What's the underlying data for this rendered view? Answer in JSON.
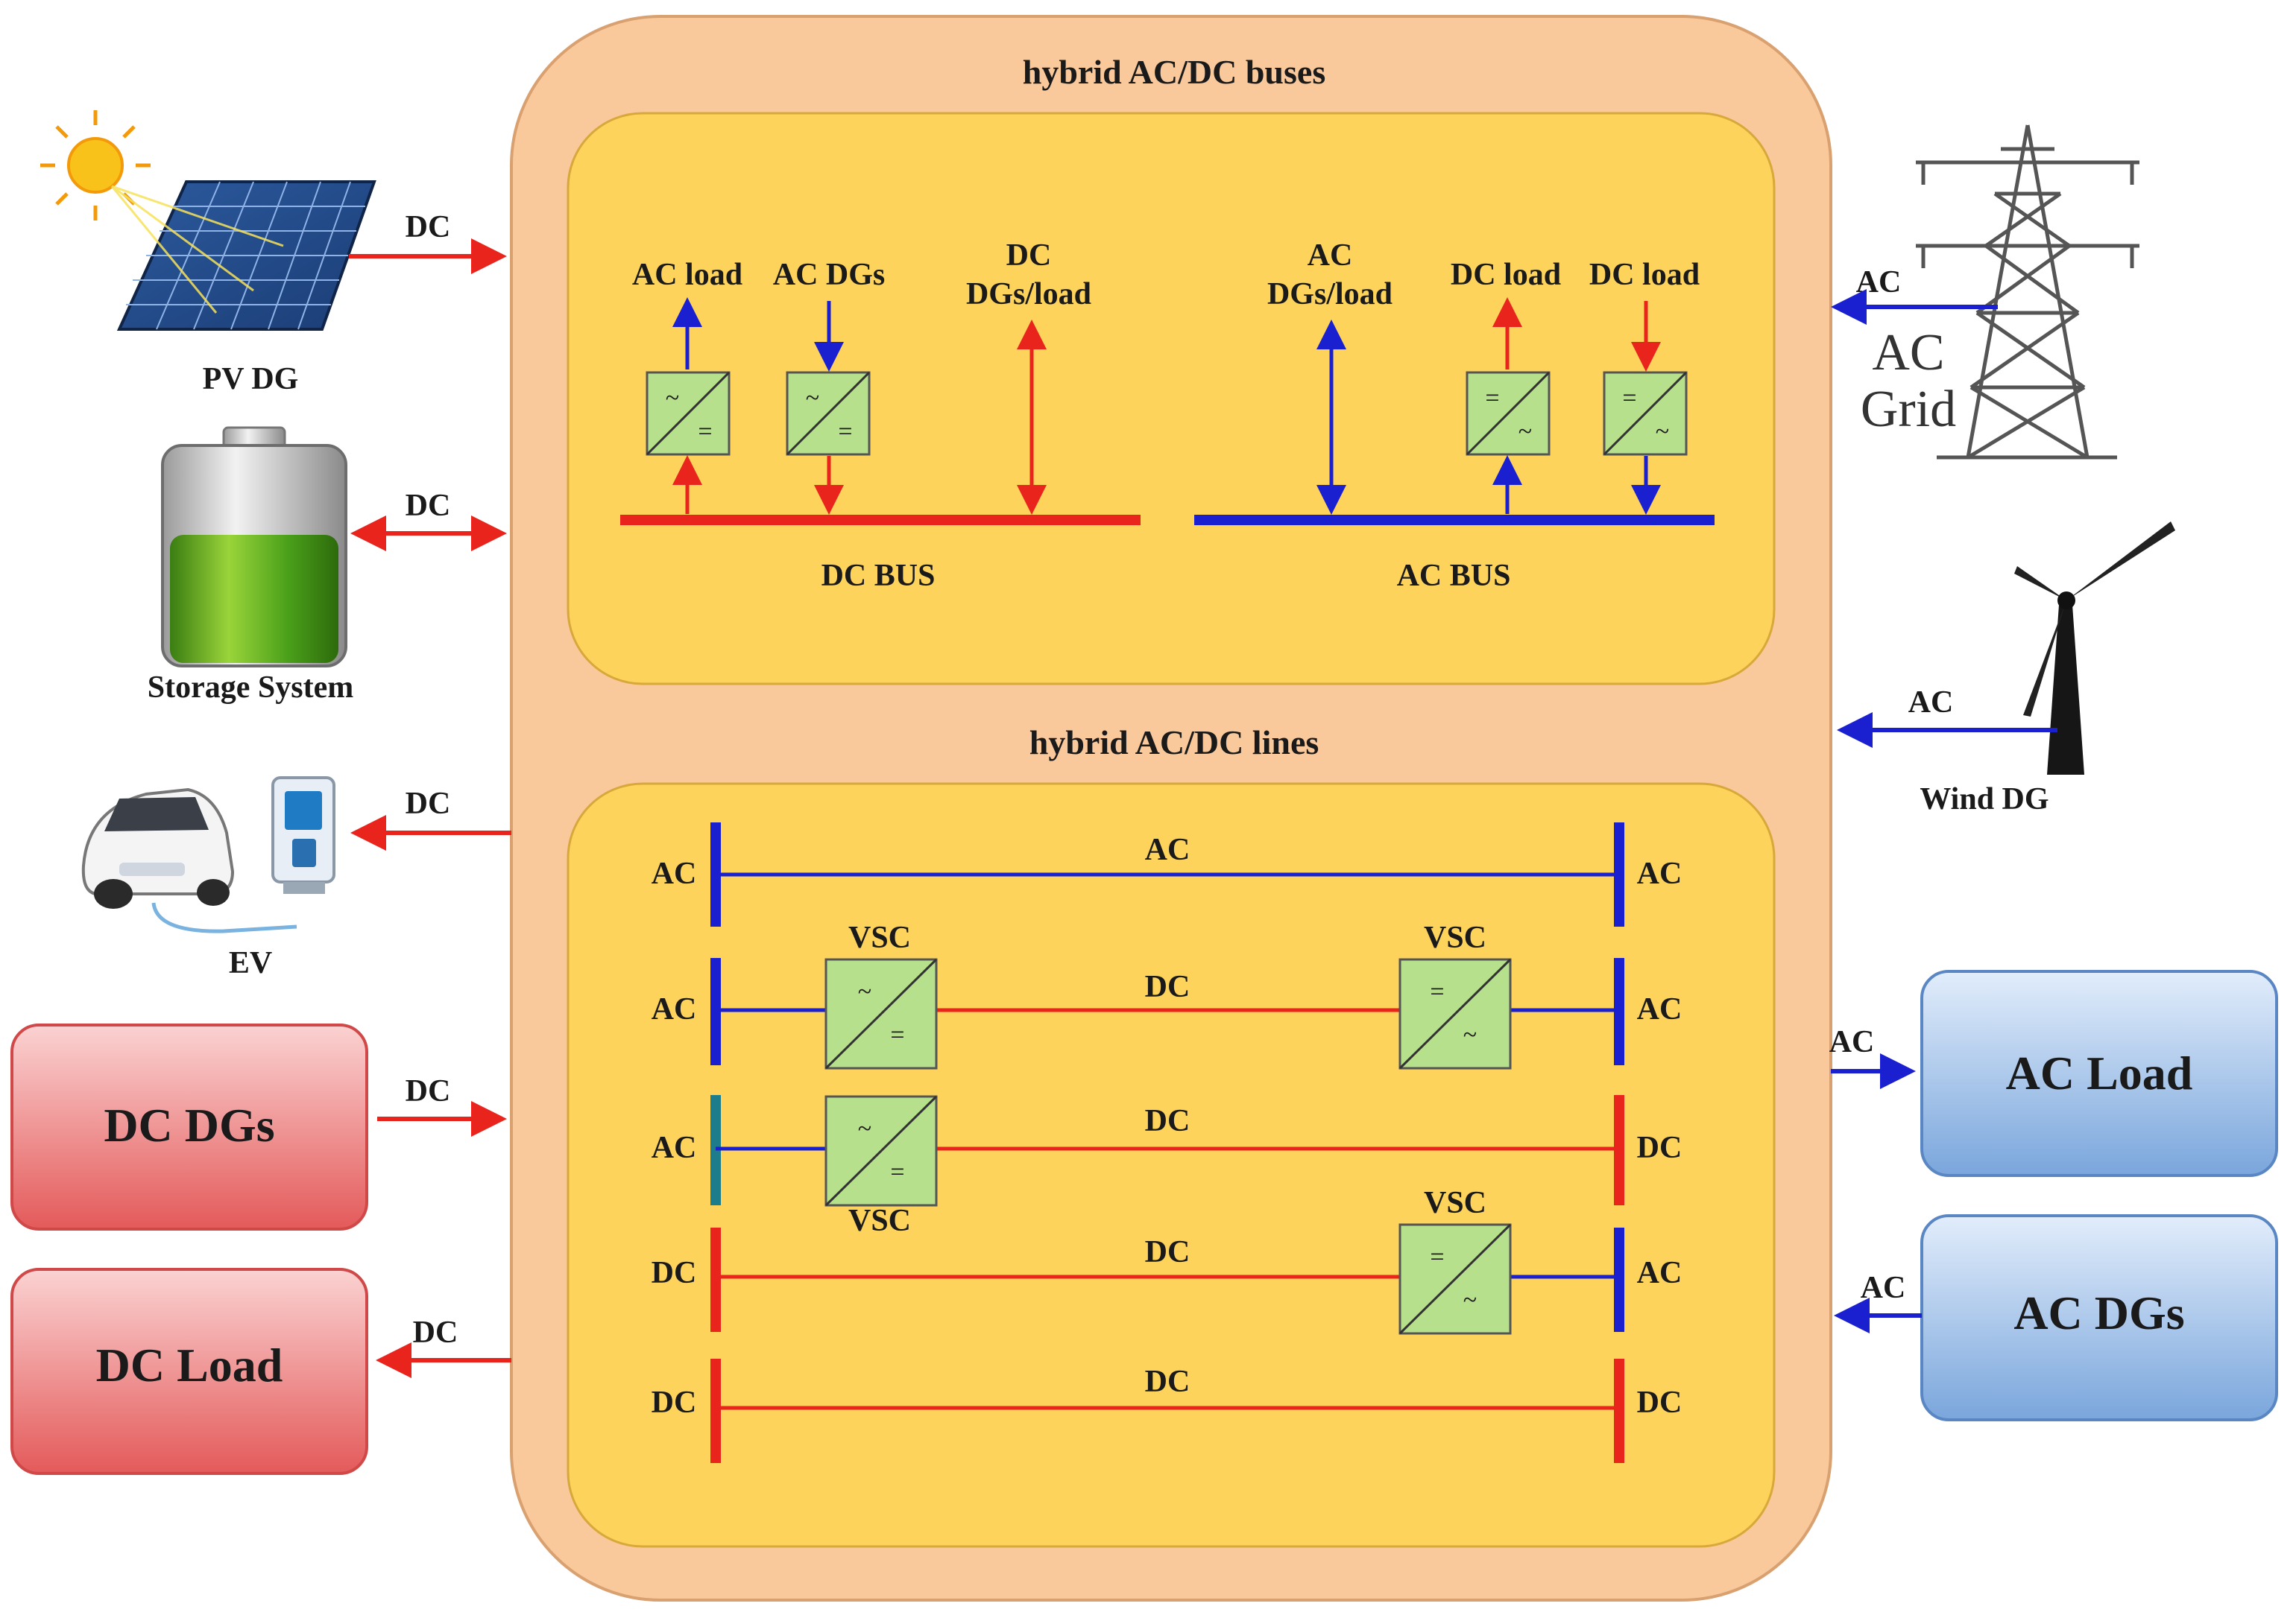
{
  "colors": {
    "dc": "#e8241c",
    "ac": "#1a1fd0",
    "ac_teal": "#1e7d8a",
    "outer_panel": "#f9c99c",
    "inner_panel": "#fdd35c",
    "converter": "#b7e08c",
    "dc_box_top": "#f7a9a9",
    "dc_box_bottom": "#e45a5a",
    "ac_box_top": "#cfe0f7",
    "ac_box_bottom": "#7aa6dc"
  },
  "panels": {
    "buses_title": "hybrid AC/DC buses",
    "lines_title": "hybrid AC/DC lines"
  },
  "buses": {
    "dc_bus_label": "DC BUS",
    "ac_bus_label": "AC BUS",
    "dc_side": {
      "ac_load": "AC load",
      "ac_dgs": "AC DGs",
      "dc_dgs_load_1": "DC",
      "dc_dgs_load_2": "DGs/load"
    },
    "ac_side": {
      "ac_dgs_load_1": "AC",
      "ac_dgs_load_2": "DGs/load",
      "dc_load_1": "DC load",
      "dc_load_2": "DC load"
    },
    "converter_symbols": {
      "ac": "~",
      "dc": "="
    }
  },
  "lines": {
    "vsc": "VSC",
    "rows": [
      {
        "left": "AC",
        "middle": "AC",
        "right": "AC"
      },
      {
        "left": "AC",
        "middle": "DC",
        "right": "AC"
      },
      {
        "left": "AC",
        "middle": "DC",
        "right": "DC"
      },
      {
        "left": "DC",
        "middle": "DC",
        "right": "AC"
      },
      {
        "left": "DC",
        "middle": "DC",
        "right": "DC"
      }
    ]
  },
  "left_sources": {
    "pv": {
      "label": "PV DG",
      "link": "DC"
    },
    "storage": {
      "label": "Storage System",
      "link": "DC"
    },
    "ev": {
      "label": "EV",
      "link": "DC"
    },
    "dc_dgs": {
      "label": "DC DGs",
      "link": "DC"
    },
    "dc_load": {
      "label": "DC Load",
      "link": "DC"
    }
  },
  "right_sources": {
    "grid": {
      "label_1": "AC",
      "label_2": "Grid",
      "link": "AC"
    },
    "wind": {
      "label": "Wind DG",
      "link": "AC"
    },
    "ac_load": {
      "label": "AC Load",
      "link": "AC"
    },
    "ac_dgs": {
      "label": "AC DGs",
      "link": "AC"
    }
  }
}
